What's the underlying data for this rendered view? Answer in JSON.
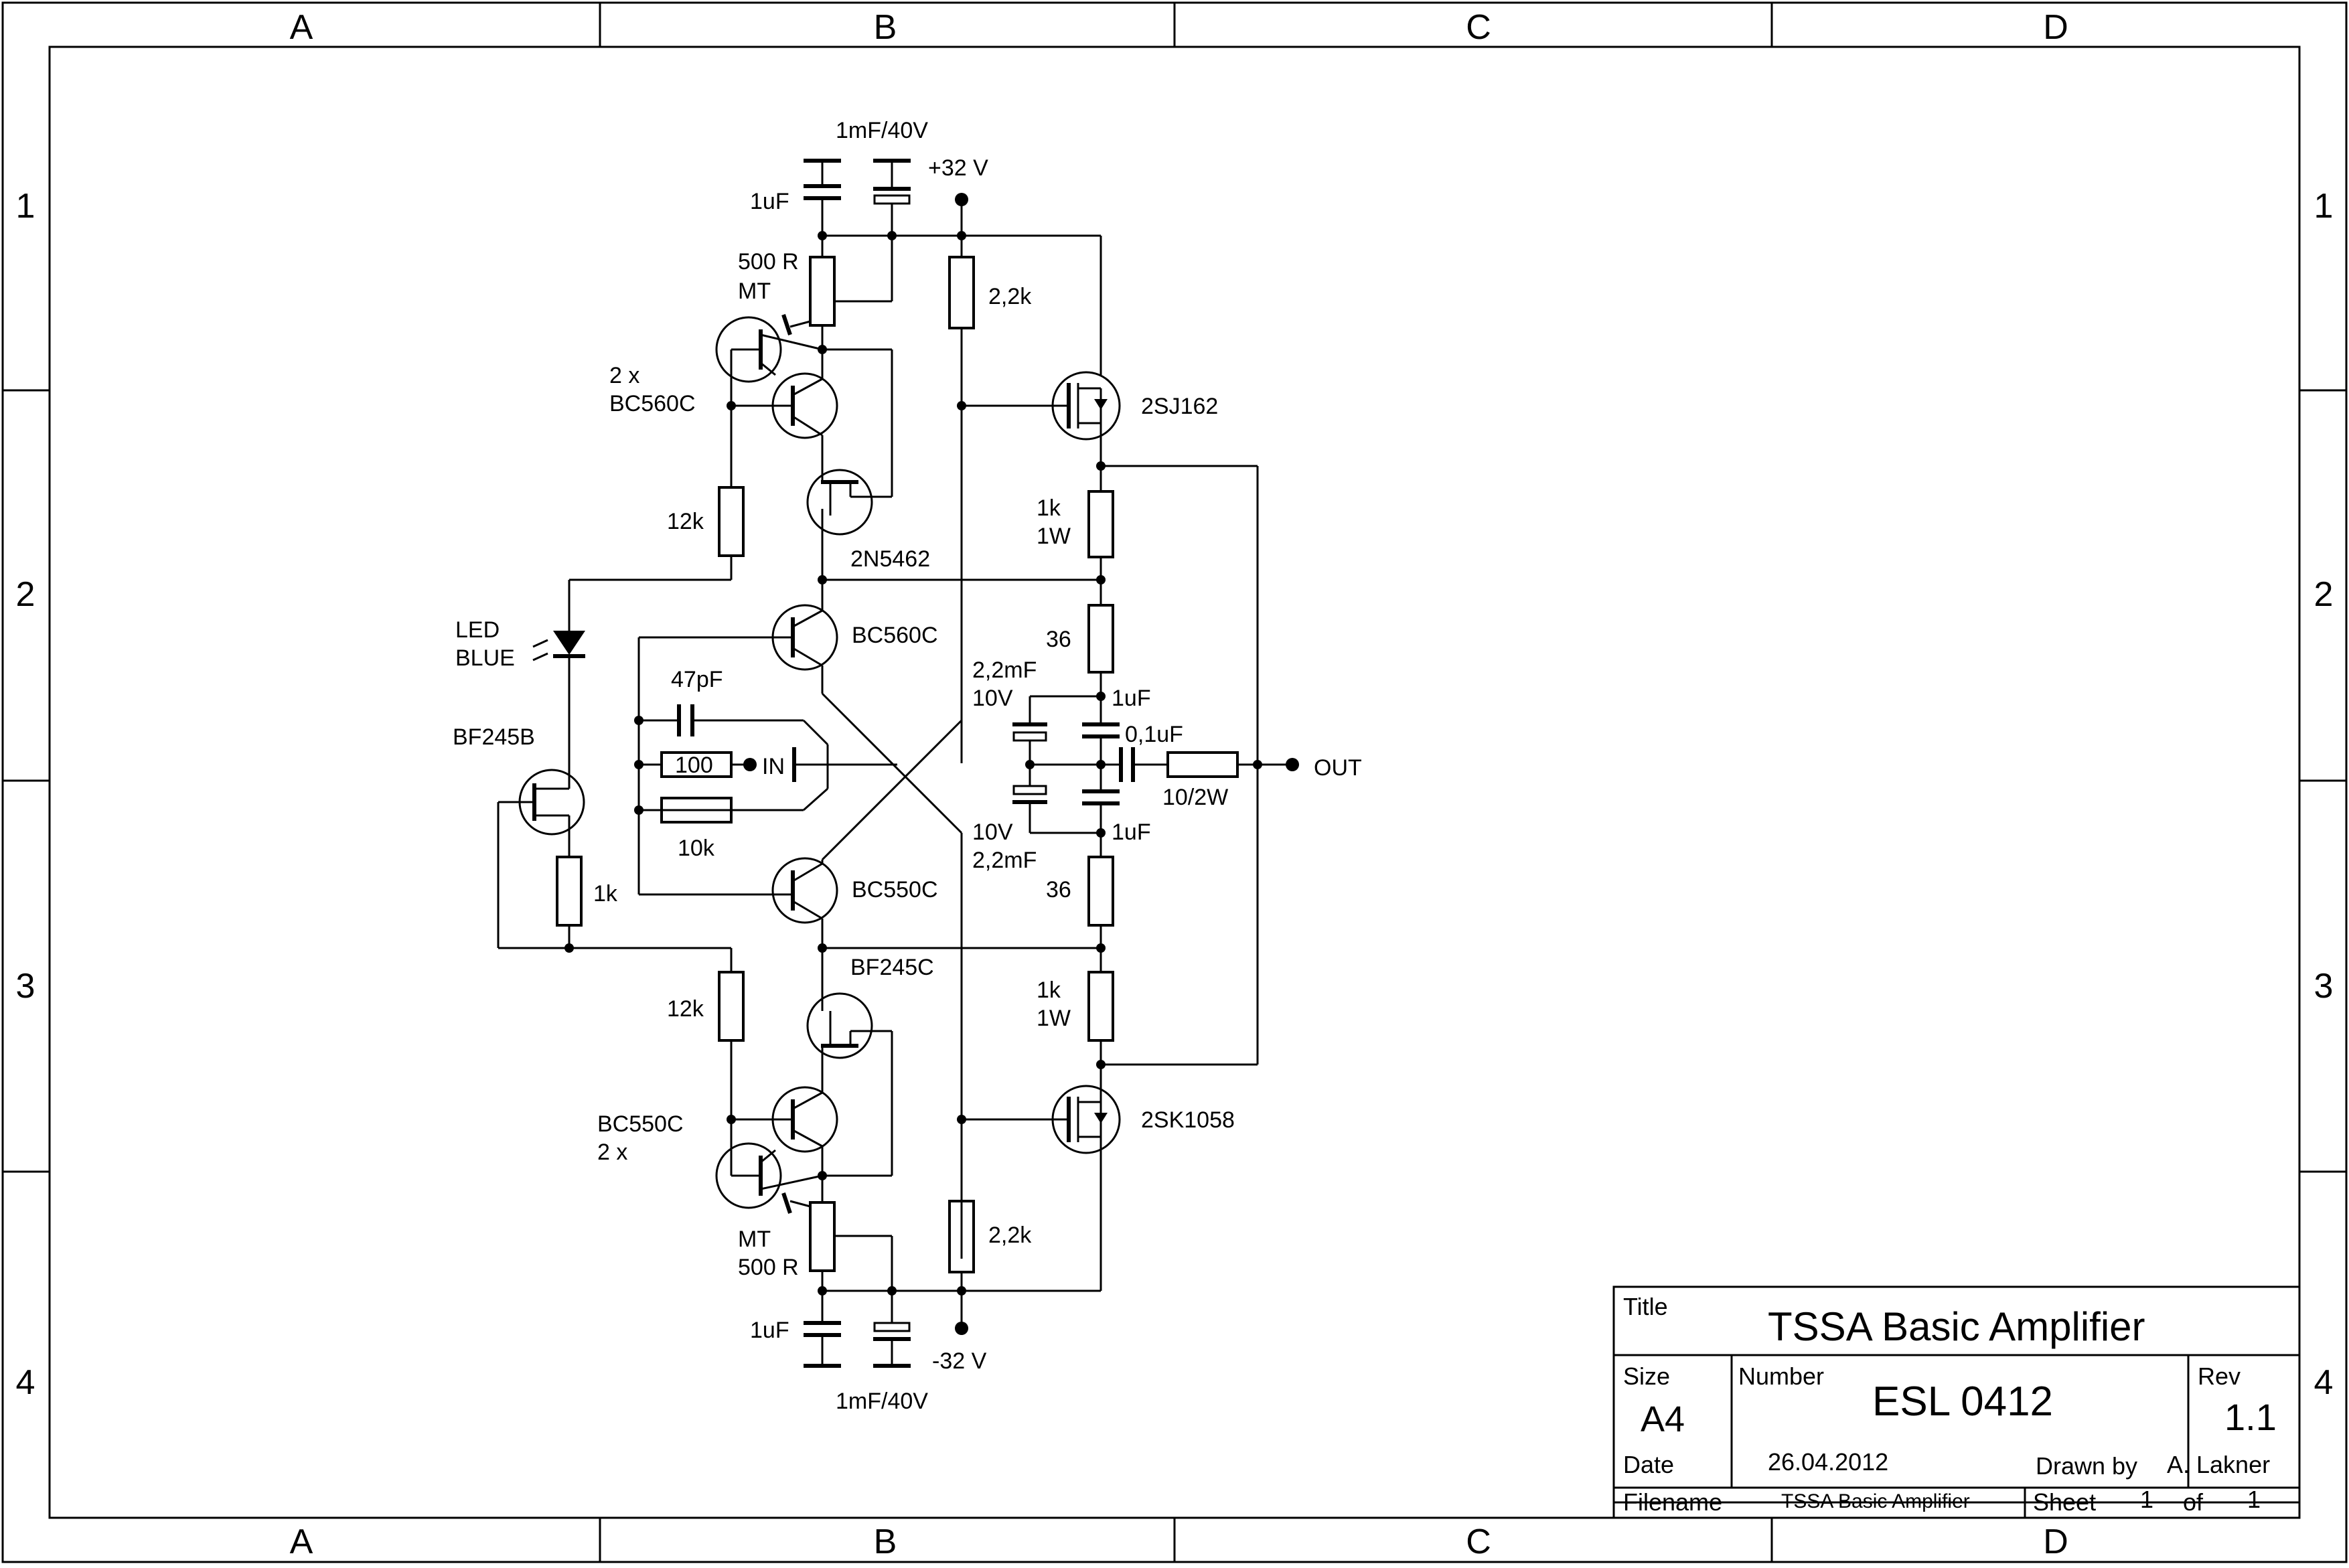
{
  "zones": {
    "columns": [
      "A",
      "B",
      "C",
      "D"
    ],
    "rows": [
      "1",
      "2",
      "3",
      "4"
    ]
  },
  "components": {
    "c_top_ceramic": "1uF",
    "c_top_elko": "1mF/40V",
    "rail_pos": "+32 V",
    "pot_top": [
      "500 R",
      "MT"
    ],
    "r_top_2k2": "2,2k",
    "q_top_pair": [
      "2 x",
      "BC560C"
    ],
    "q_top_mosfet": "2SJ162",
    "r_top_12k": "12k",
    "r_top_1k": [
      "1k",
      "1W"
    ],
    "jfet_top": "2N5462",
    "q_vas_top": "BC560C",
    "led": [
      "LED",
      "BLUE"
    ],
    "r_top_36": "36",
    "c_in_47p": "47pF",
    "c_2m2_top": [
      "2,2mF",
      "10V"
    ],
    "c_1uF_out_top": "1uF",
    "c_01uF": "0,1uF",
    "jfet_bf245b": "BF245B",
    "r_in_100": "100",
    "input_label": "IN",
    "r_out": "10/2W",
    "output_label": "OUT",
    "r_fb_10k": "10k",
    "c_2m2_bot": [
      "10V",
      "2,2mF"
    ],
    "c_1uF_out_bot": "1uF",
    "r_bf_1k": "1k",
    "q_vas_bot": "BC550C",
    "r_bot_36": "36",
    "jfet_bot": "BF245C",
    "r_bot_12k": "12k",
    "r_bot_1k": [
      "1k",
      "1W"
    ],
    "q_bot_pair": [
      "BC550C",
      "2 x"
    ],
    "q_bot_mosfet": "2SK1058",
    "pot_bot": [
      "MT",
      "500 R"
    ],
    "r_bot_2k2": "2,2k",
    "c_bot_ceramic": "1uF",
    "rail_neg": "-32 V",
    "c_bot_elko": "1mF/40V"
  },
  "title_block": {
    "title_label": "Title",
    "title": "TSSA Basic Amplifier",
    "size_label": "Size",
    "size": "A4",
    "number_label": "Number",
    "number": "ESL 0412",
    "rev_label": "Rev",
    "rev": "1.1",
    "date_label": "Date",
    "date": "26.04.2012",
    "drawn_label": "Drawn by",
    "drawn_by": "A. Lakner",
    "filename_label": "Filename",
    "filename": "TSSA Basic Amplifier",
    "sheet_label": "Sheet",
    "sheet": "1",
    "of_label": "of",
    "sheet_total": "1"
  }
}
